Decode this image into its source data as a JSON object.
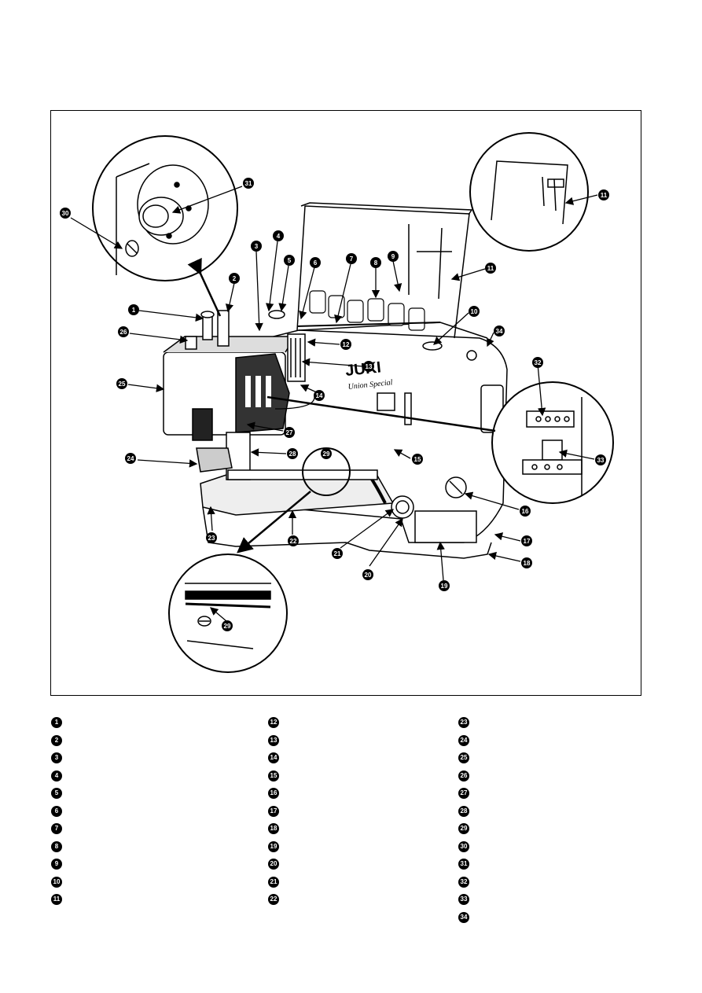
{
  "figure": {
    "brand": "JUKI",
    "brand_sub": "Union Special",
    "callouts": [
      "1",
      "2",
      "3",
      "4",
      "5",
      "6",
      "7",
      "8",
      "9",
      "10",
      "11",
      "12",
      "13",
      "14",
      "15",
      "16",
      "17",
      "18",
      "19",
      "20",
      "21",
      "22",
      "23",
      "24",
      "25",
      "26",
      "27",
      "28",
      "29",
      "30",
      "31",
      "32",
      "33",
      "34"
    ],
    "detail_29_label": "29"
  },
  "legend": {
    "columns": [
      [
        "1",
        "2",
        "3",
        "4",
        "5",
        "6",
        "7",
        "8",
        "9",
        "10",
        "11"
      ],
      [
        "12",
        "13",
        "14",
        "15",
        "16",
        "17",
        "18",
        "19",
        "20",
        "21",
        "22"
      ],
      [
        "23",
        "24",
        "25",
        "26",
        "27",
        "28",
        "29",
        "30",
        "31",
        "32",
        "33",
        "34"
      ]
    ]
  }
}
